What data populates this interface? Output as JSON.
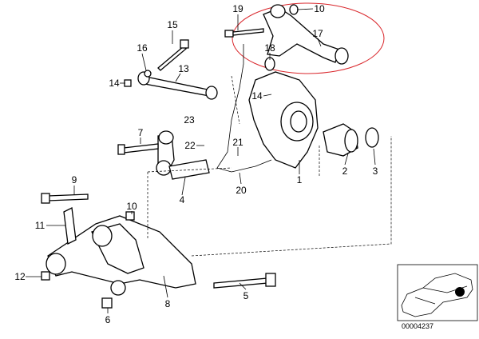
{
  "diagram": {
    "callouts": {
      "c19": "19",
      "c10a": "10",
      "c17": "17",
      "c15": "15",
      "c16": "16",
      "c13": "13",
      "c18": "18",
      "c14a": "14",
      "c14b": "14",
      "c23": "23",
      "c7": "7",
      "c22": "22",
      "c21": "21",
      "c20": "20",
      "c9": "9",
      "c10b": "10",
      "c11": "11",
      "c4": "4",
      "c1": "1",
      "c2": "2",
      "c3": "3",
      "c12": "12",
      "c8": "8",
      "c5": "5",
      "c6": "6"
    },
    "locator": {
      "code": "00004237"
    },
    "highlight_color": "#d9262b"
  }
}
